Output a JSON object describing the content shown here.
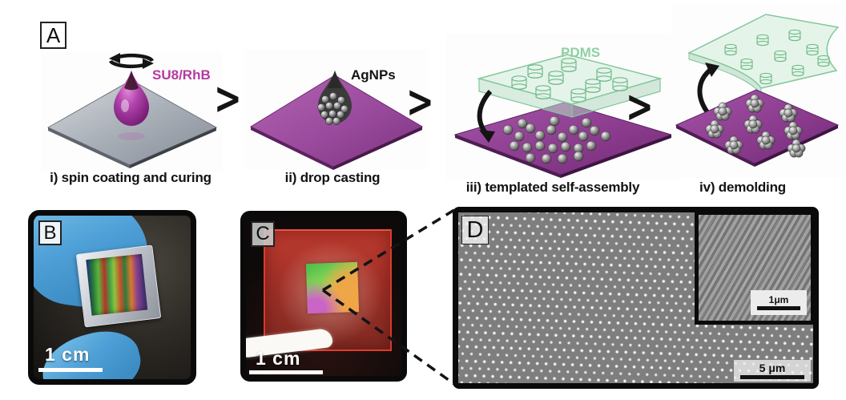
{
  "panel_a": {
    "label": "A",
    "arrow_glyph": ">",
    "steps": [
      {
        "caption": "i) spin coating and curing",
        "annotation": "SU8/RhB"
      },
      {
        "caption": "ii) drop casting",
        "annotation": "AgNPs"
      },
      {
        "caption": "iii) templated self-assembly",
        "annotation": "PDMS"
      },
      {
        "caption": "iv) demolding"
      }
    ]
  },
  "panel_b": {
    "label": "B",
    "scale_label": "1 cm"
  },
  "panel_c": {
    "label": "C",
    "scale_label": "1 cm"
  },
  "panel_d": {
    "label": "D",
    "scale_label": "5 μm",
    "inset_scale_label": "1μm"
  },
  "colors": {
    "su8_rhb_label": "#b5399f",
    "agnps_label": "#141414",
    "pdms_label": "#8ed0a2",
    "substrate_purple": "#9a4a9c",
    "pdms_green": "#a8d8b8",
    "glove_blue": "#4d9fd6",
    "sample_red": "#a53229"
  }
}
